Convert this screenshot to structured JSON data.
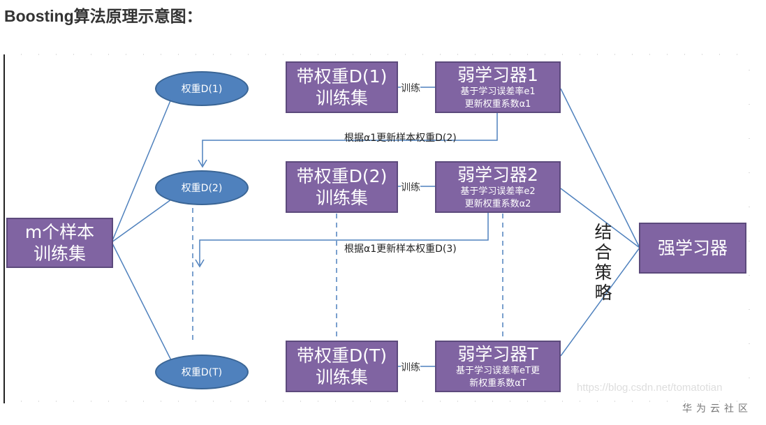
{
  "title": "Boosting算法原理示意图：",
  "diagram": {
    "sample_box": {
      "line1": "m个样本",
      "line2": "训练集"
    },
    "weights": [
      "权重D(1)",
      "权重D(2)",
      "权重D(T)"
    ],
    "train_sets": [
      {
        "line1": "带权重D(1)",
        "line2": "训练集"
      },
      {
        "line1": "带权重D(2)",
        "line2": "训练集"
      },
      {
        "line1": "带权重D(T)",
        "line2": "训练集"
      }
    ],
    "learners": [
      {
        "name": "弱学习器1",
        "desc1": "基于学习误差率e1",
        "desc2": "更新权重系数α1"
      },
      {
        "name": "弱学习器2",
        "desc1": "基于学习误差率e2",
        "desc2": "更新权重系数α2"
      },
      {
        "name": "弱学习器T",
        "desc1": "基于学习误差率eT更",
        "desc2": "新权重系数αT"
      }
    ],
    "train_label": "训练",
    "update_labels": [
      "根据α1更新样本权重D(2)",
      "根据α1更新样本权重D(3)"
    ],
    "strategy_label": [
      "结",
      "合",
      "策",
      "略"
    ],
    "strong_learner": "强学习器",
    "colors": {
      "box": "#8064a2",
      "ellipse": "#4f81bd",
      "line": "#4f81bd"
    }
  },
  "watermark": "https://blog.csdn.net/tomatotian",
  "footer": "华为云社区"
}
